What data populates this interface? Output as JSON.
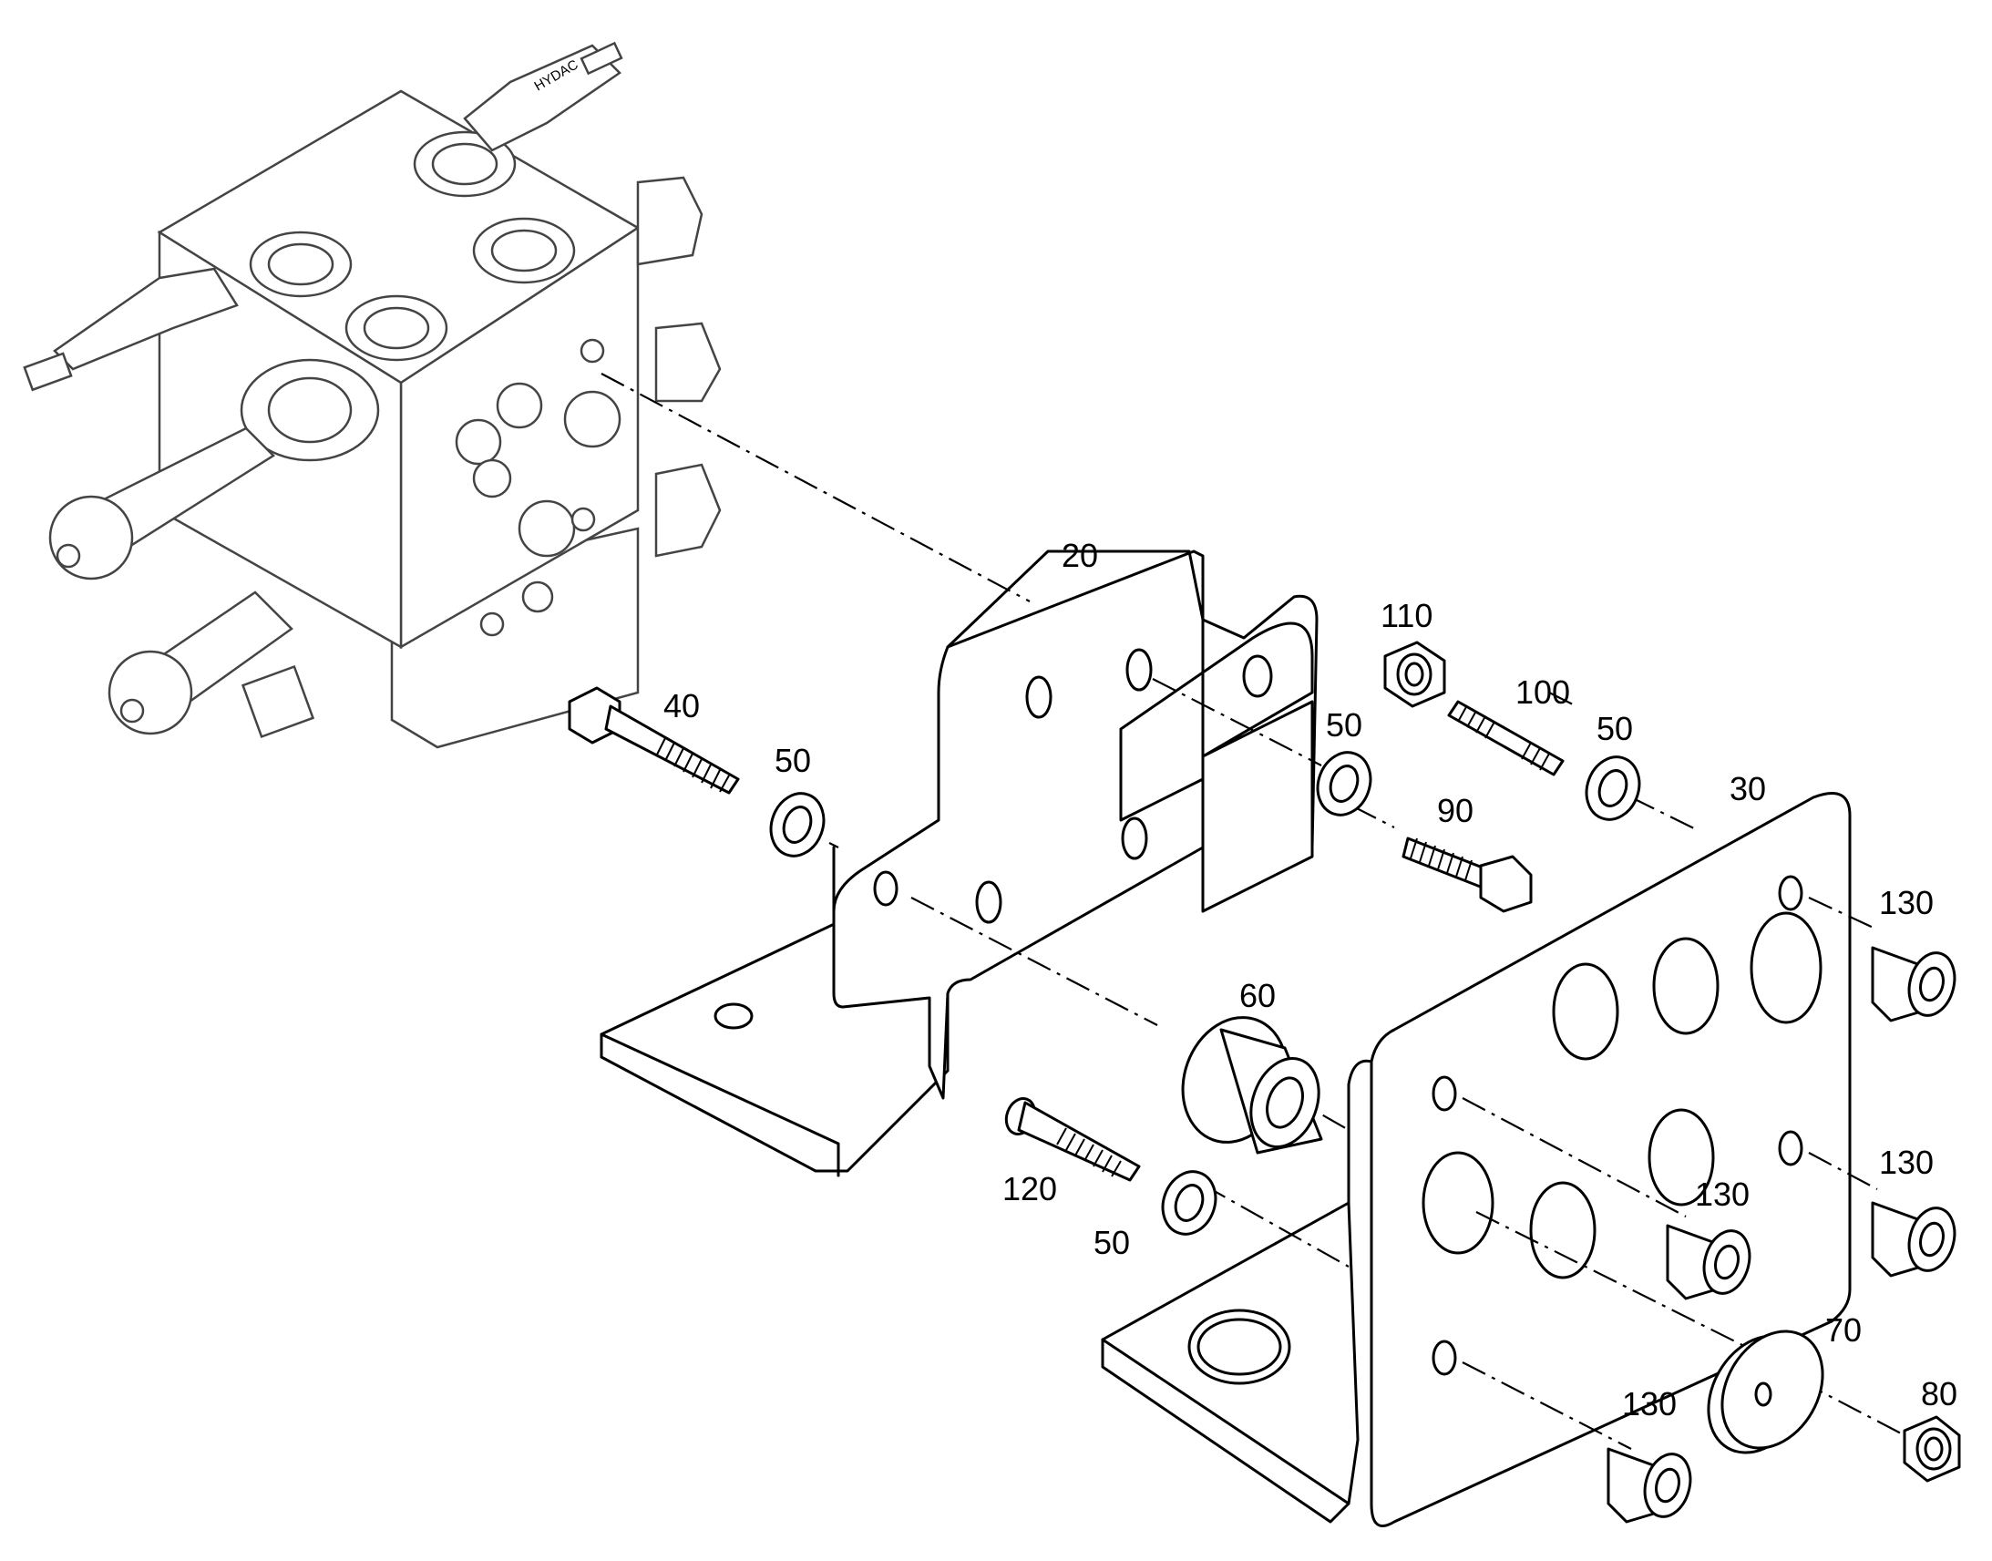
{
  "diagram": {
    "labels": {
      "p20": "20",
      "p30": "30",
      "p40": "40",
      "p50a": "50",
      "p50b": "50",
      "p50c": "50",
      "p50d": "50",
      "p60": "60",
      "p70": "70",
      "p80": "80",
      "p90": "90",
      "p100": "100",
      "p110": "110",
      "p120": "120",
      "p130a": "130",
      "p130b": "130",
      "p130c": "130",
      "p130d": "130"
    },
    "valve_block_text": "HYDAC"
  }
}
